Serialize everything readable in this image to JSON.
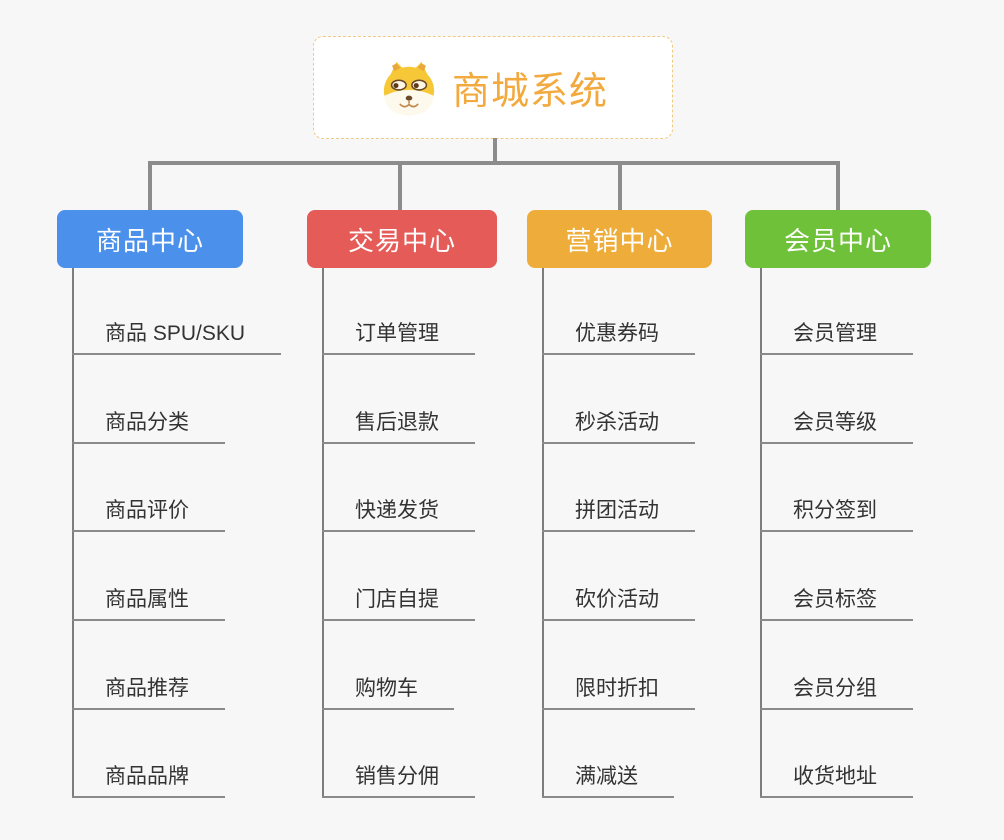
{
  "root": {
    "title": "商城系统",
    "icon": "shiba-dog-icon"
  },
  "colors": {
    "background": "#f7f7f7",
    "root_text": "#f2a93d",
    "root_border": "#f0c985",
    "connector": "#8c8c8c",
    "leaf_text": "#333333",
    "branch_blue": "#4b91ec",
    "branch_red": "#e45b58",
    "branch_amber": "#eead3b",
    "branch_green": "#6ec139"
  },
  "branches": [
    {
      "label": "商品中心",
      "color": "#4b91ec",
      "items": [
        "商品 SPU/SKU",
        "商品分类",
        "商品评价",
        "商品属性",
        "商品推荐",
        "商品品牌"
      ]
    },
    {
      "label": "交易中心",
      "color": "#e45b58",
      "items": [
        "订单管理",
        "售后退款",
        "快递发货",
        "门店自提",
        "购物车",
        "销售分佣"
      ]
    },
    {
      "label": "营销中心",
      "color": "#eead3b",
      "items": [
        "优惠券码",
        "秒杀活动",
        "拼团活动",
        "砍价活动",
        "限时折扣",
        "满减送"
      ]
    },
    {
      "label": "会员中心",
      "color": "#6ec139",
      "items": [
        "会员管理",
        "会员等级",
        "积分签到",
        "会员标签",
        "会员分组",
        "收货地址"
      ]
    }
  ]
}
